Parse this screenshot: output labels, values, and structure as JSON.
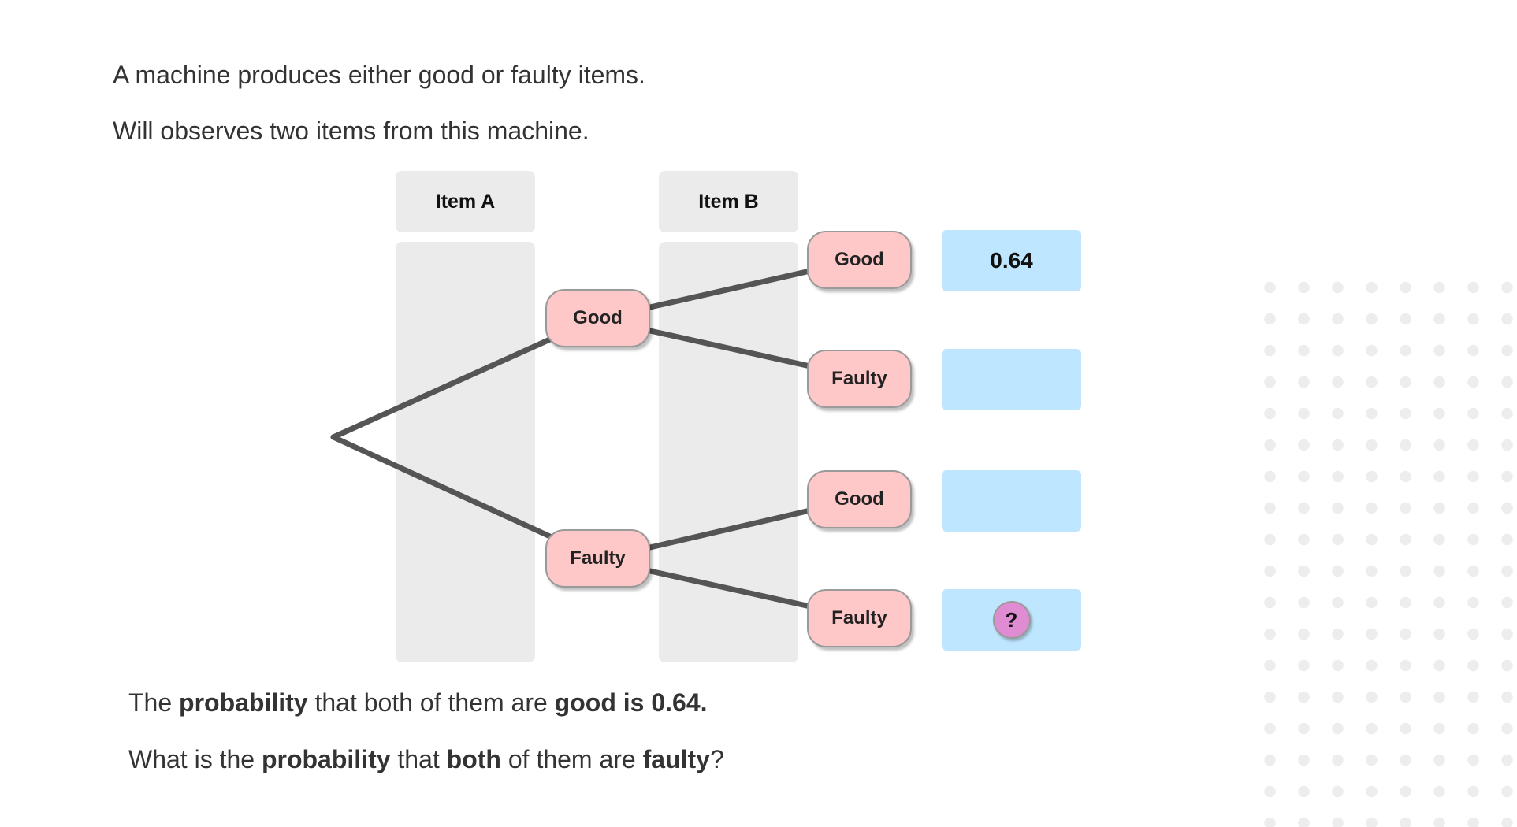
{
  "intro": {
    "line1": "A machine produces either good or faulty items.",
    "line2": "Will observes two items from this machine."
  },
  "tree": {
    "headers": {
      "item_a": "Item A",
      "item_b": "Item B"
    },
    "first": {
      "good": "Good",
      "faulty": "Faulty"
    },
    "second": {
      "good_1": "Good",
      "faulty_1": "Faulty",
      "good_2": "Good",
      "faulty_2": "Faulty"
    },
    "results": {
      "gg": "0.64",
      "gf": "",
      "fg": "",
      "ff_mark": "?"
    }
  },
  "question": {
    "l1_p1": "The ",
    "l1_b1": "probability",
    "l1_p2": " that both of them are ",
    "l1_b2": "good is 0.64.",
    "l2_p1": "What is the ",
    "l2_b1": "probability",
    "l2_p2": " that ",
    "l2_b2": "both",
    "l2_p3": " of them are ",
    "l2_b3": "faulty",
    "l2_p4": "?"
  },
  "colors": {
    "node_fill": "#ffc8c8",
    "result_fill": "#bfe6ff",
    "question_mark_fill": "#e08cd2",
    "column_fill": "#ebebeb",
    "branch_line": "#555555"
  }
}
